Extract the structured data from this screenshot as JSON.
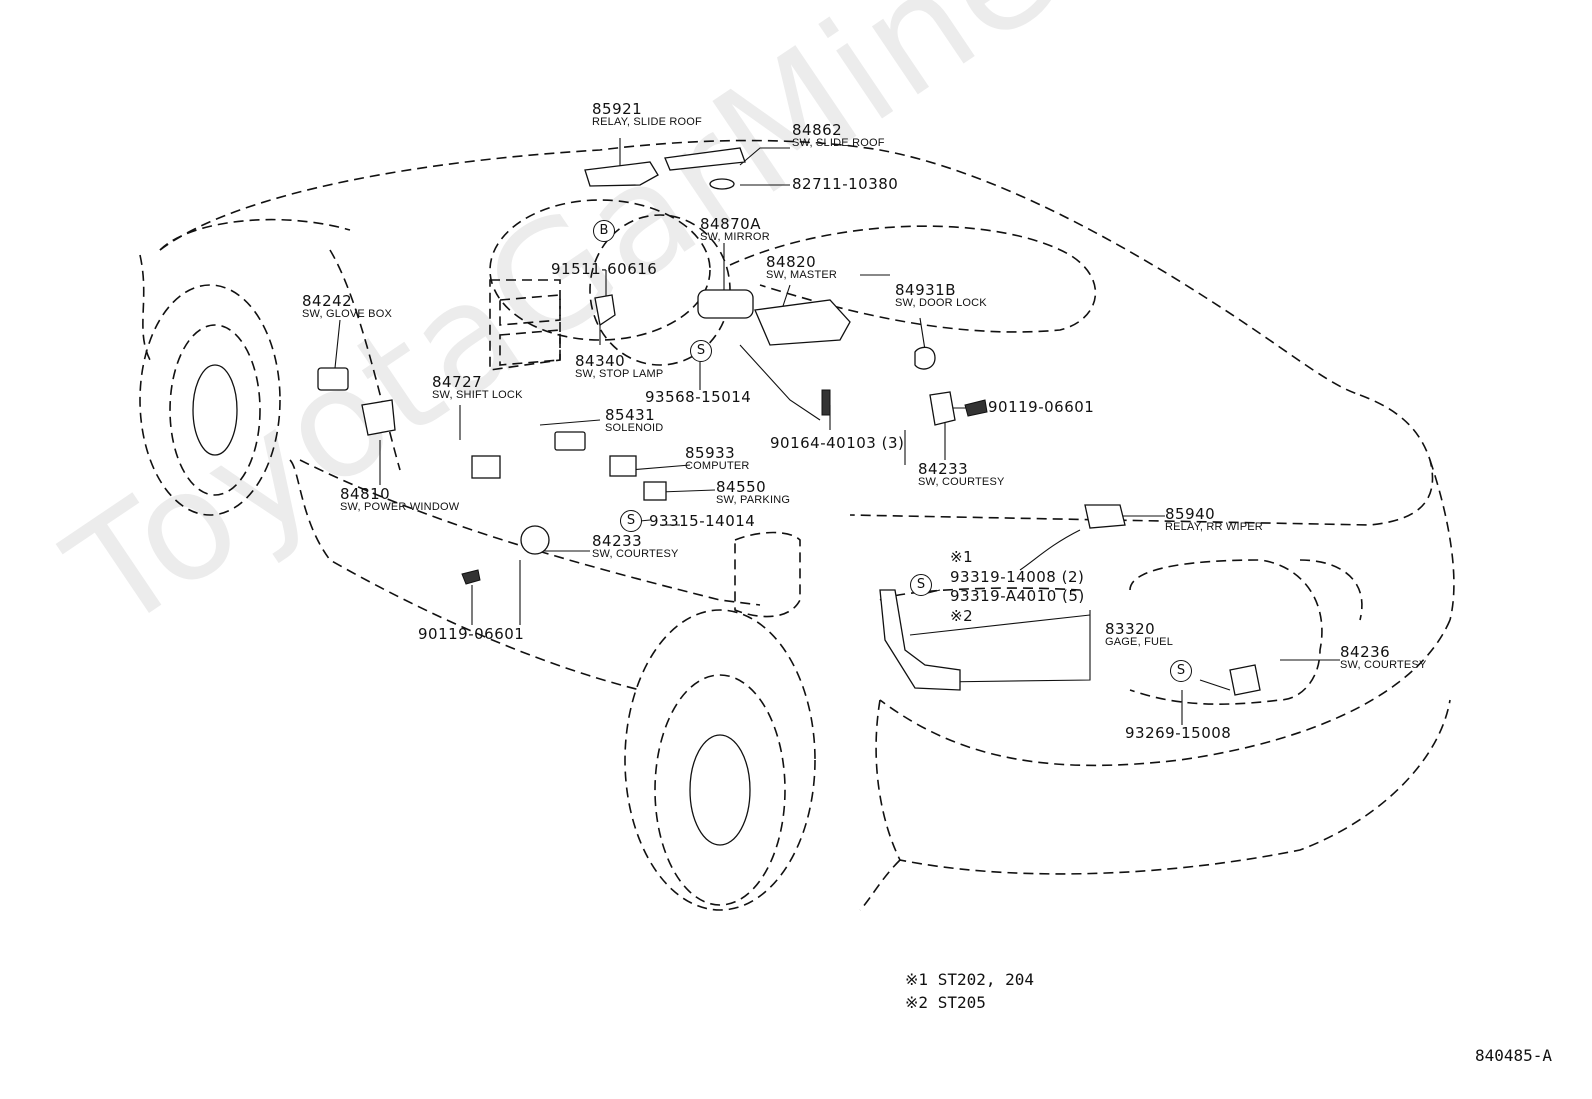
{
  "watermark": "ToyotaGarMine.ru",
  "drawing_code": "840485-A",
  "circle_markers": {
    "b": "B",
    "s": "S"
  },
  "labels": [
    {
      "num": "85921",
      "desc": "RELAY, SLIDE ROOF"
    },
    {
      "num": "84862",
      "desc": "SW, SLIDE ROOF"
    },
    {
      "num": "82711-10380",
      "desc": ""
    },
    {
      "num": "84870A",
      "desc": "SW, MIRROR"
    },
    {
      "num": "91511-60616",
      "desc": ""
    },
    {
      "num": "84820",
      "desc": "SW, MASTER"
    },
    {
      "num": "84931B",
      "desc": "SW, DOOR LOCK"
    },
    {
      "num": "84242",
      "desc": "SW, GLOVE BOX"
    },
    {
      "num": "84340",
      "desc": "SW, STOP LAMP"
    },
    {
      "num": "93568-15014",
      "desc": ""
    },
    {
      "num": "84727",
      "desc": "SW, SHIFT LOCK"
    },
    {
      "num": "85431",
      "desc": "SOLENOID"
    },
    {
      "num": "90119-06601",
      "desc": ""
    },
    {
      "num": "90164-40103 (3)",
      "desc": ""
    },
    {
      "num": "85933",
      "desc": "COMPUTER"
    },
    {
      "num": "84233",
      "desc": "SW, COURTESY"
    },
    {
      "num": "84550",
      "desc": "SW, PARKING"
    },
    {
      "num": "84810",
      "desc": "SW, POWER WINDOW"
    },
    {
      "num": "93315-14014",
      "desc": ""
    },
    {
      "num": "84233",
      "desc": "SW, COURTESY"
    },
    {
      "num": "85940",
      "desc": "RELAY, RR WIPER"
    },
    {
      "num": "※1",
      "desc": ""
    },
    {
      "num": "93319-14008 (2)",
      "desc": ""
    },
    {
      "num": "93319-A4010 (5)",
      "desc": ""
    },
    {
      "num": "※2",
      "desc": ""
    },
    {
      "num": "83320",
      "desc": "GAGE, FUEL"
    },
    {
      "num": "90119-06601",
      "desc": ""
    },
    {
      "num": "84236",
      "desc": "SW, COURTESY"
    },
    {
      "num": "93269-15008",
      "desc": ""
    }
  ],
  "notes": [
    {
      "mark": "※1",
      "text": "ST202, 204"
    },
    {
      "mark": "※2",
      "text": "ST205"
    }
  ]
}
